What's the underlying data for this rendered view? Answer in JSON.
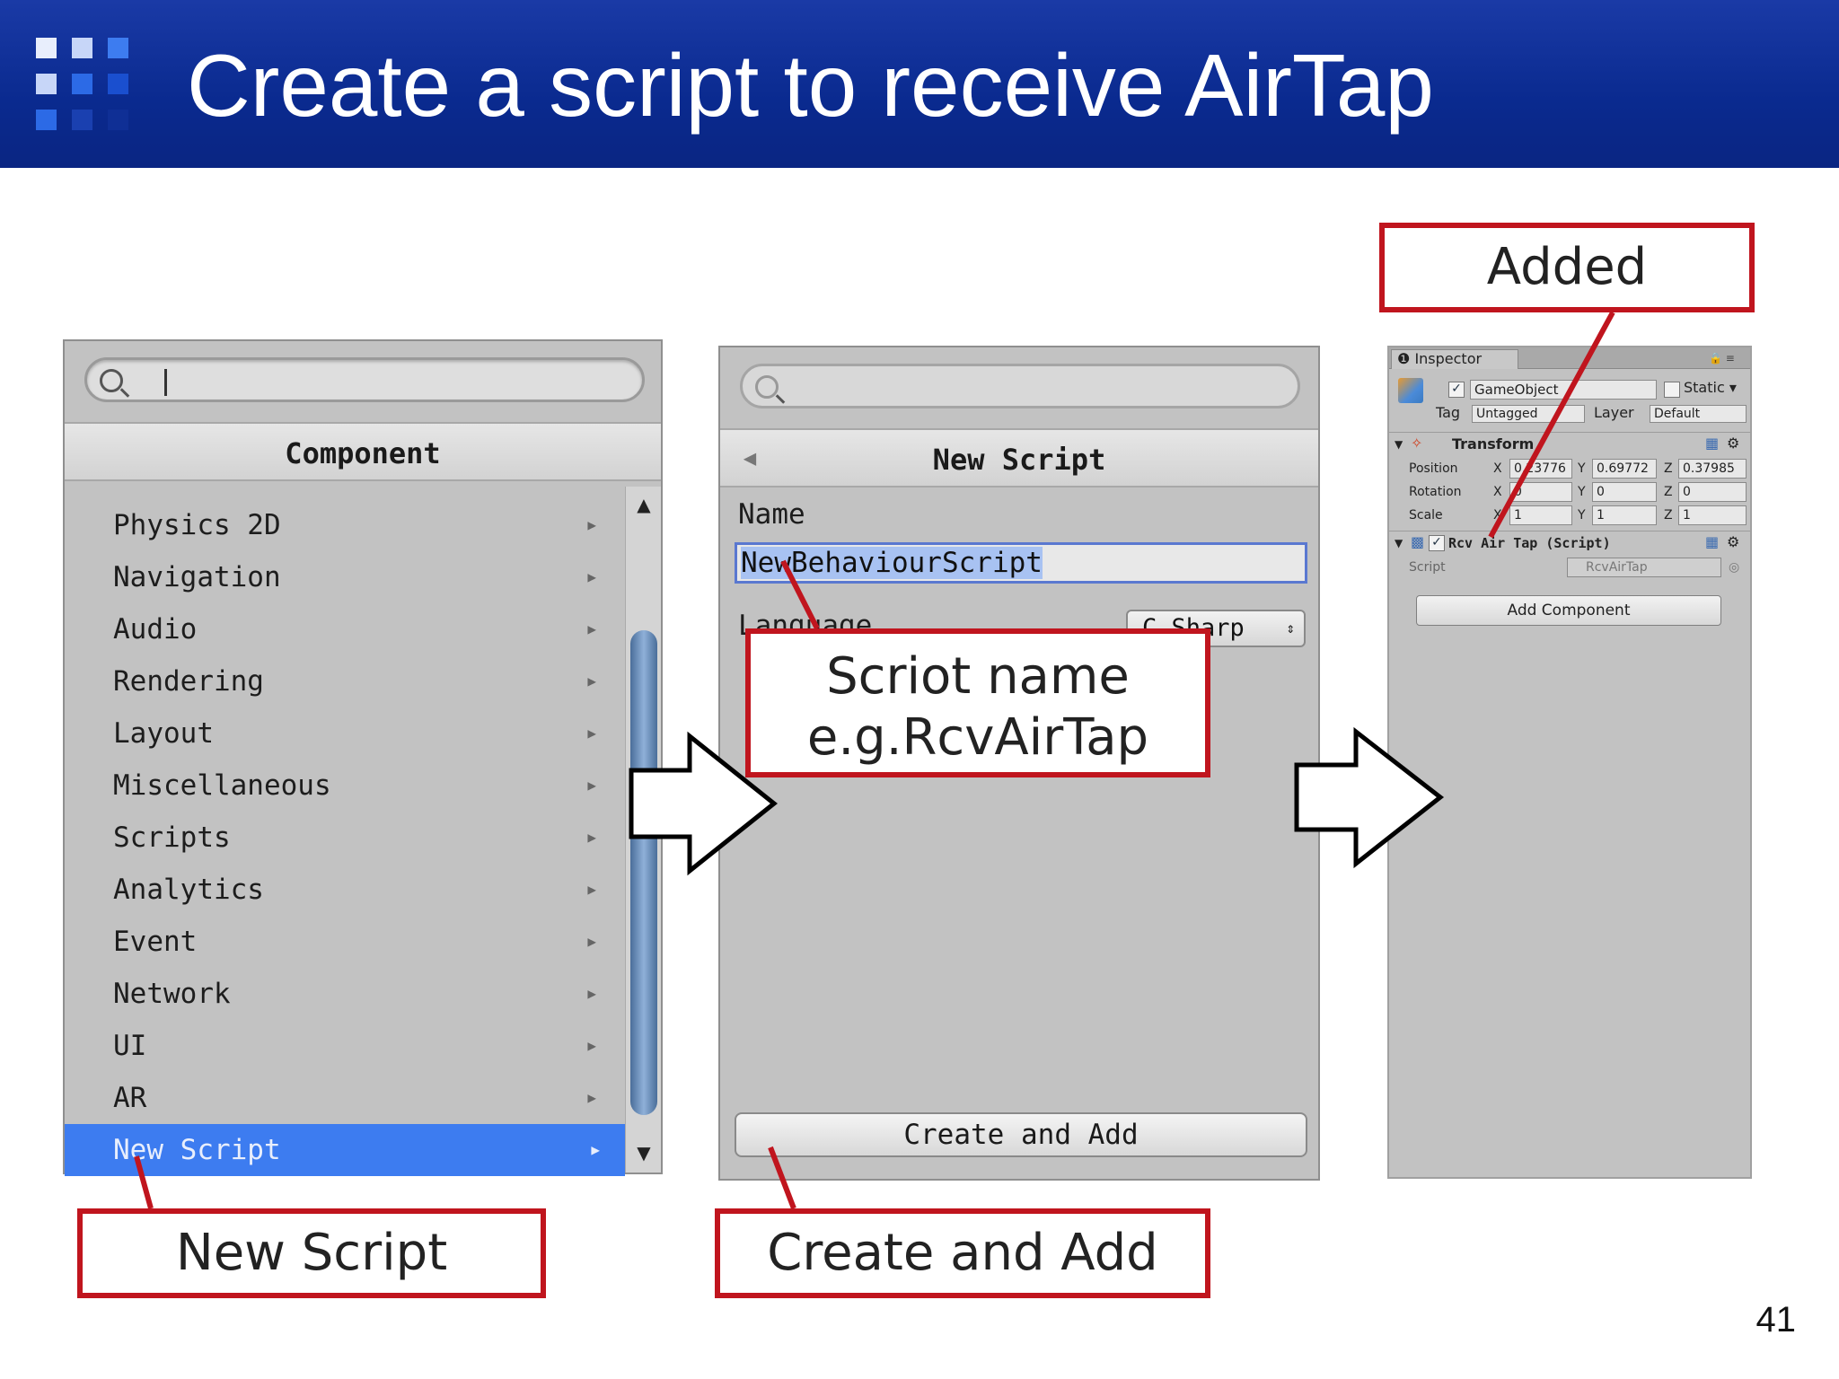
{
  "slide": {
    "title": "Create a script to receive AirTap",
    "page_number": "41"
  },
  "component_panel": {
    "header": "Component",
    "items": [
      "Physics 2D",
      "Navigation",
      "Audio",
      "Rendering",
      "Layout",
      "Miscellaneous",
      "Scripts",
      "Analytics",
      "Event",
      "Network",
      "UI",
      "AR",
      "New Script"
    ],
    "selected": "New Script"
  },
  "new_script_panel": {
    "header": "New Script",
    "name_label": "Name",
    "name_value_prefix": "Ne",
    "name_value_rest": "wBehaviourScript",
    "language_label": "Language",
    "language_value": "C Sharp",
    "create_button": "Create and Add"
  },
  "inspector": {
    "tab_label": "Inspector",
    "object_name": "GameObject",
    "static_label": "Static",
    "tag_label": "Tag",
    "tag_value": "Untagged",
    "layer_label": "Layer",
    "layer_value": "Default",
    "transform_label": "Transform",
    "position_label": "Position",
    "rotation_label": "Rotation",
    "scale_label": "Scale",
    "axis_x": "X",
    "axis_y": "Y",
    "axis_z": "Z",
    "position": {
      "x": "0.23776",
      "y": "0.69772",
      "z": "0.37985"
    },
    "rotation": {
      "x": "0",
      "y": "0",
      "z": "0"
    },
    "scale": {
      "x": "1",
      "y": "1",
      "z": "1"
    },
    "script_component_label": "Rcv Air Tap (Script)",
    "script_label": "Script",
    "script_value": "RcvAirTap",
    "add_component_button": "Add Component"
  },
  "annotations": {
    "added": "Added",
    "script_name_line1": "Scriot name",
    "script_name_line2": "e.g.RcvAirTap",
    "new_script": "New Script",
    "create_and_add": "Create and Add"
  },
  "colors": {
    "header_blue": "#0a2a8f",
    "annotation_red": "#c0151e",
    "selection_blue": "#3d7cf0"
  }
}
